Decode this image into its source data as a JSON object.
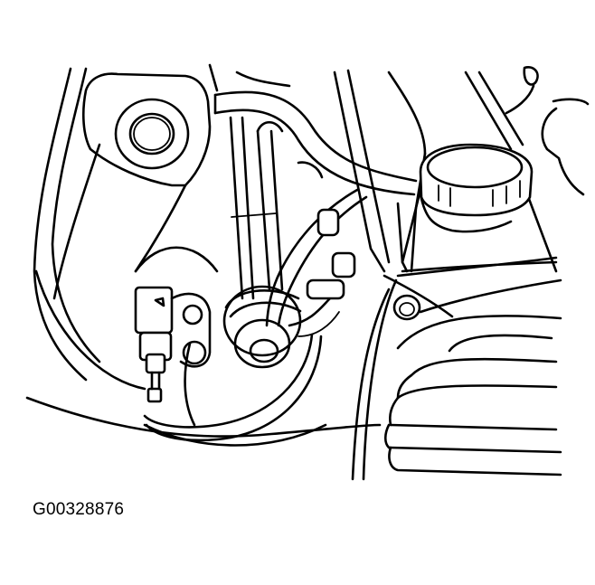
{
  "figure": {
    "caption": "G00328876",
    "subject": "engine-compartment-line-drawing",
    "colors": {
      "line": "#000000",
      "background": "#ffffff"
    },
    "components": [
      "engine-mount-bracket",
      "sensor-connector",
      "hose-coil",
      "fluid-reservoir-cap",
      "grille-cover",
      "bolt-head",
      "dipstick-tube"
    ]
  }
}
